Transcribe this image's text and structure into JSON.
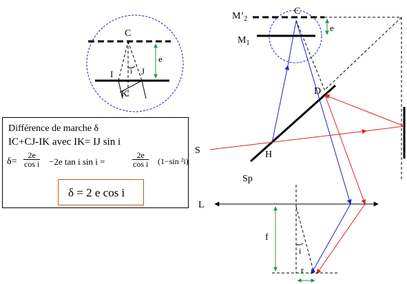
{
  "labels": {
    "C_top": "C",
    "M2": "M’",
    "M2_sub": "2",
    "M1": "M",
    "M1_sub": "1",
    "e_top": "e",
    "D": "D",
    "H": "H",
    "S": "S",
    "Sp": "Sp",
    "L": "L",
    "f": "f",
    "i_bottom": "i",
    "r": "r",
    "C_zoom": "C",
    "e_zoom": "e",
    "I": "I",
    "J": "J",
    "K": "K",
    "i_zoom": "i"
  },
  "formula": {
    "line1": "Différence de marche δ",
    "line2": "IC+CJ-IK  avec IK= IJ sin i",
    "delta_eq": "δ=",
    "frac1_num": "2e",
    "frac1_den": "cos i",
    "mid": "−2e tan i sin i =",
    "frac2_num": "2e",
    "frac2_den": "cos i",
    "tail": "(1−sin ²i)",
    "result": "δ = 2 e cos i"
  },
  "colors": {
    "ray_blue": "#1f1fd0",
    "ray_red": "#e02020",
    "measure_green": "#1a9a4a",
    "circle_dash": "#2020c0",
    "result_border": "#c55a11"
  }
}
